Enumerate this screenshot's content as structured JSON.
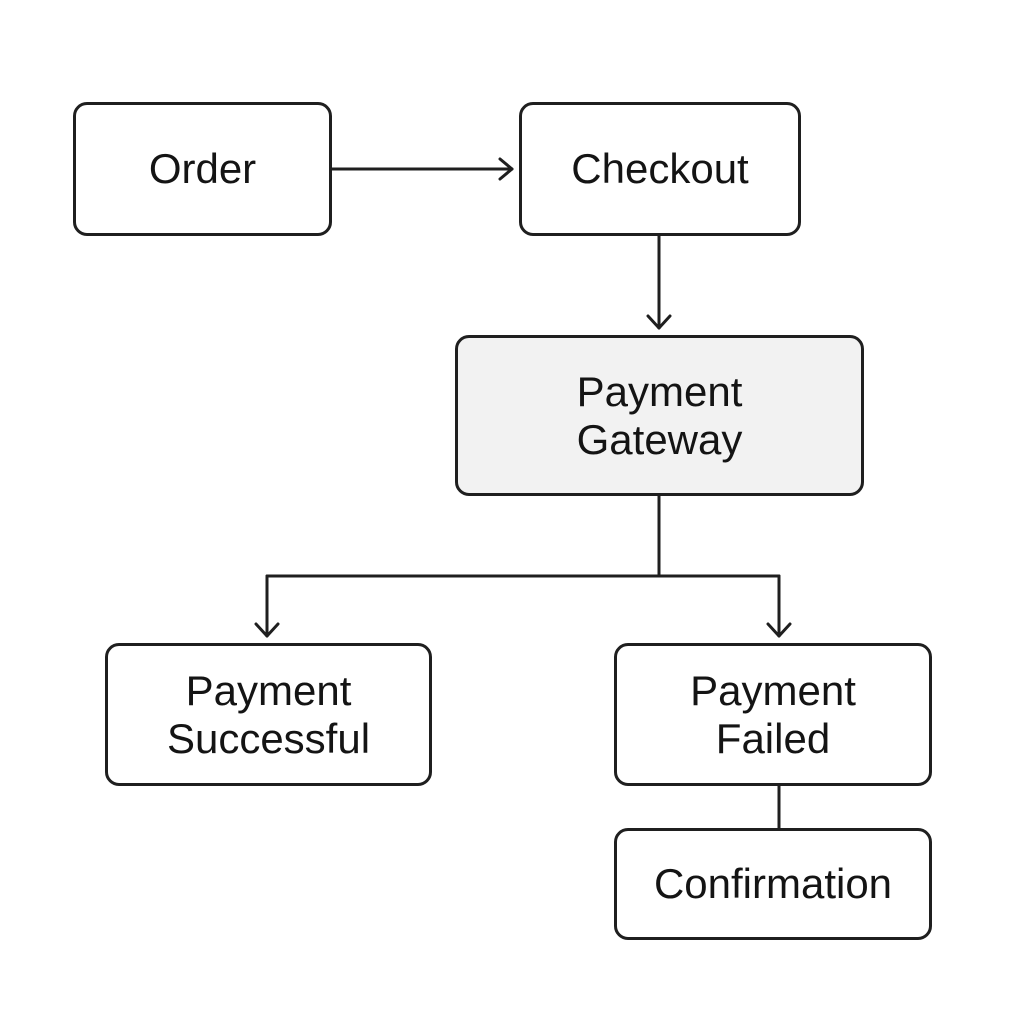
{
  "diagram": {
    "nodes": {
      "order": {
        "line1": "Order"
      },
      "checkout": {
        "line1": "Checkout"
      },
      "gateway": {
        "line1": "Payment",
        "line2": "Gateway"
      },
      "success": {
        "line1": "Payment",
        "line2": "Successful"
      },
      "failed": {
        "line1": "Payment",
        "line2": "Failed"
      },
      "confirmation": {
        "line1": "Confirmation"
      }
    },
    "edges": [
      {
        "from": "order",
        "to": "checkout",
        "arrow": true
      },
      {
        "from": "checkout",
        "to": "gateway",
        "arrow": true
      },
      {
        "from": "gateway",
        "to": "success",
        "arrow": true
      },
      {
        "from": "gateway",
        "to": "failed",
        "arrow": true
      },
      {
        "from": "failed",
        "to": "confirmation",
        "arrow": false
      }
    ],
    "colors": {
      "stroke": "#1f1f1f",
      "text": "#141414",
      "highlight_fill": "#f2f2f2",
      "node_fill": "#ffffff"
    }
  }
}
